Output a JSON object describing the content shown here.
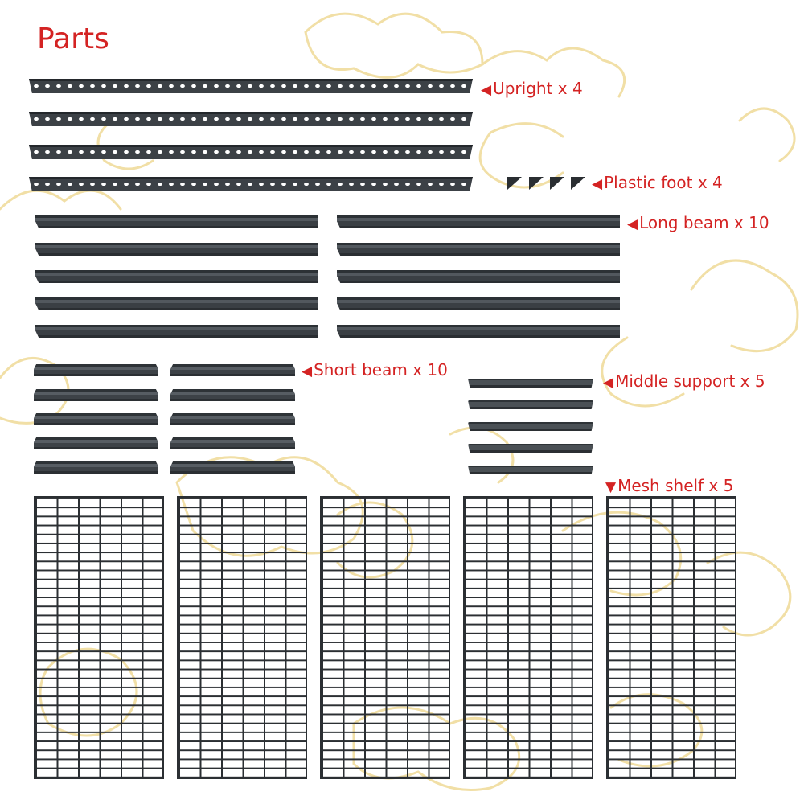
{
  "title": "Parts",
  "labels": {
    "upright": "Upright x 4",
    "plastic_foot": "Plastic foot x 4",
    "long_beam": "Long beam x 10",
    "short_beam": "Short beam x 10",
    "middle_support": "Middle support x 5",
    "mesh_shelf": "Mesh shelf x 5"
  },
  "arrows": {
    "left": "◀",
    "down": "▼"
  },
  "colors": {
    "label": "#d42323",
    "metal": "#3c4146",
    "background_pattern": "#f0dca0"
  }
}
